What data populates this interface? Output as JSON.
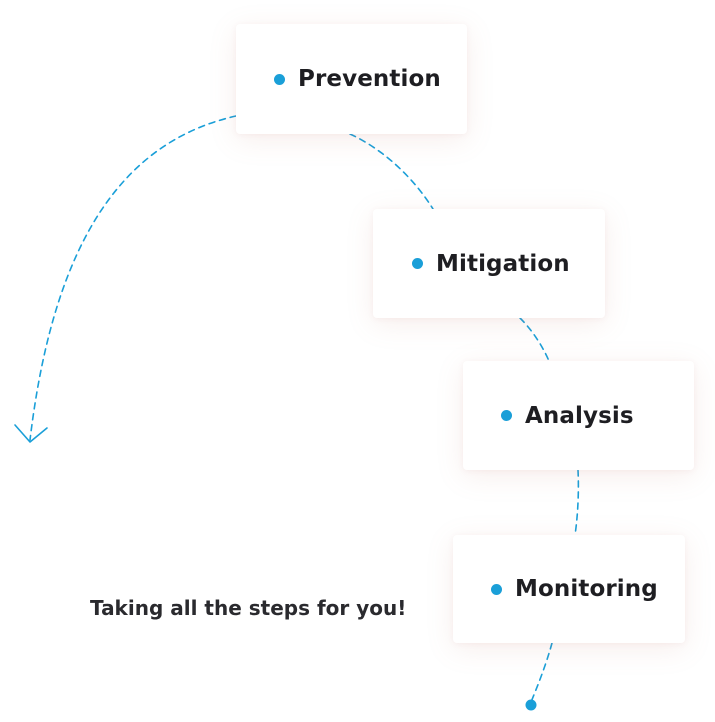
{
  "steps": [
    {
      "label": "Prevention"
    },
    {
      "label": "Mitigation"
    },
    {
      "label": "Analysis"
    },
    {
      "label": "Monitoring"
    }
  ],
  "tagline": "Taking all the steps for you!",
  "colors": {
    "accent": "#1a9fd8",
    "text": "#1e1e22",
    "background": "#ffffff"
  },
  "icons": {
    "bullet": "dot-icon",
    "arrow": "arrowhead-icon"
  }
}
